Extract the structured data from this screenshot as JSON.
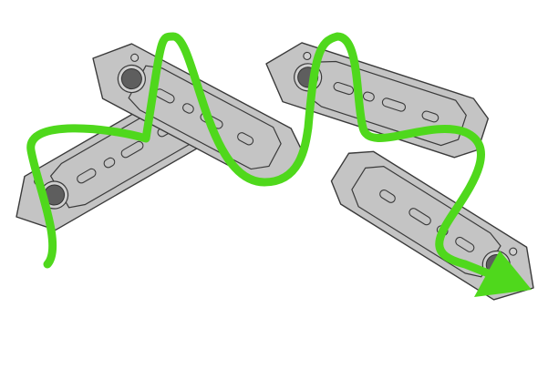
{
  "diagram": {
    "plates": [
      {
        "name": "plate-left",
        "color": "#c4c4c4"
      },
      {
        "name": "plate-center",
        "color": "#c4c4c4"
      },
      {
        "name": "plate-upper-right",
        "color": "#c4c4c4"
      },
      {
        "name": "plate-lower-right",
        "color": "#c4c4c4"
      }
    ],
    "path": {
      "name": "wave-path",
      "color": "#4fd81c",
      "arrowhead": "arrow-head"
    }
  }
}
